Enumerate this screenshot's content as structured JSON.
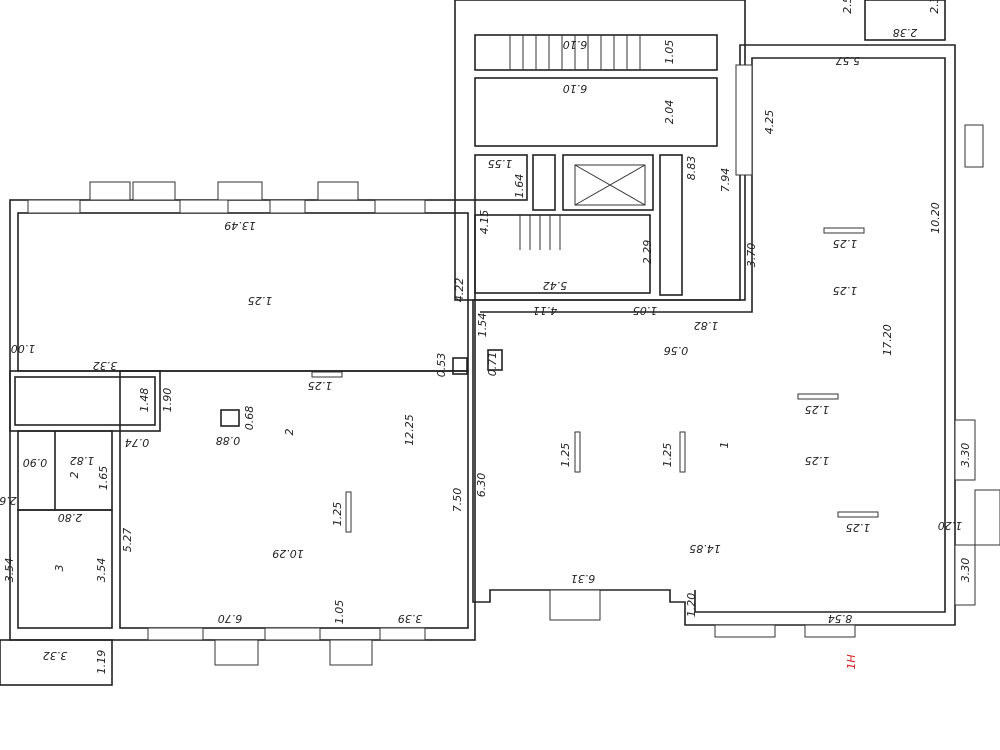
{
  "plan": {
    "labels": [
      "13.49",
      "4.22",
      "12.25",
      "7.50",
      "1.25",
      "10.29",
      "6.70",
      "1.05",
      "3.39",
      "0.53",
      "0.68",
      "0.88",
      "2",
      "3.32",
      "1.90",
      "1.48",
      "1.00",
      "0.74",
      "1.82",
      "0.90",
      "2",
      "1.65",
      "2.6",
      "2.80",
      "5.27",
      "3.54",
      "3.54",
      "3",
      "3.32",
      "1.19",
      "6.10",
      "1.05",
      "6.10",
      "2.04",
      "1.55",
      "1.64",
      "8.83",
      "7.94",
      "4.25",
      "4.15",
      "2.29",
      "3.70",
      "5.42",
      "4.11",
      "1.05",
      "1.54",
      "0.71",
      "1.82",
      "0.56",
      "6.30",
      "1.25",
      "1.25",
      "1",
      "6.31",
      "14.85",
      "1.20",
      "8.54",
      "5.57",
      "10.20",
      "1.25",
      "17.20",
      "1.25",
      "3.30",
      "1.20",
      "1.25",
      "3.30",
      "2.38",
      "2.5",
      "2.3",
      "1.25",
      "1.25",
      "1.25",
      "1H",
      "1.25"
    ],
    "marker_color": "#d02020"
  }
}
